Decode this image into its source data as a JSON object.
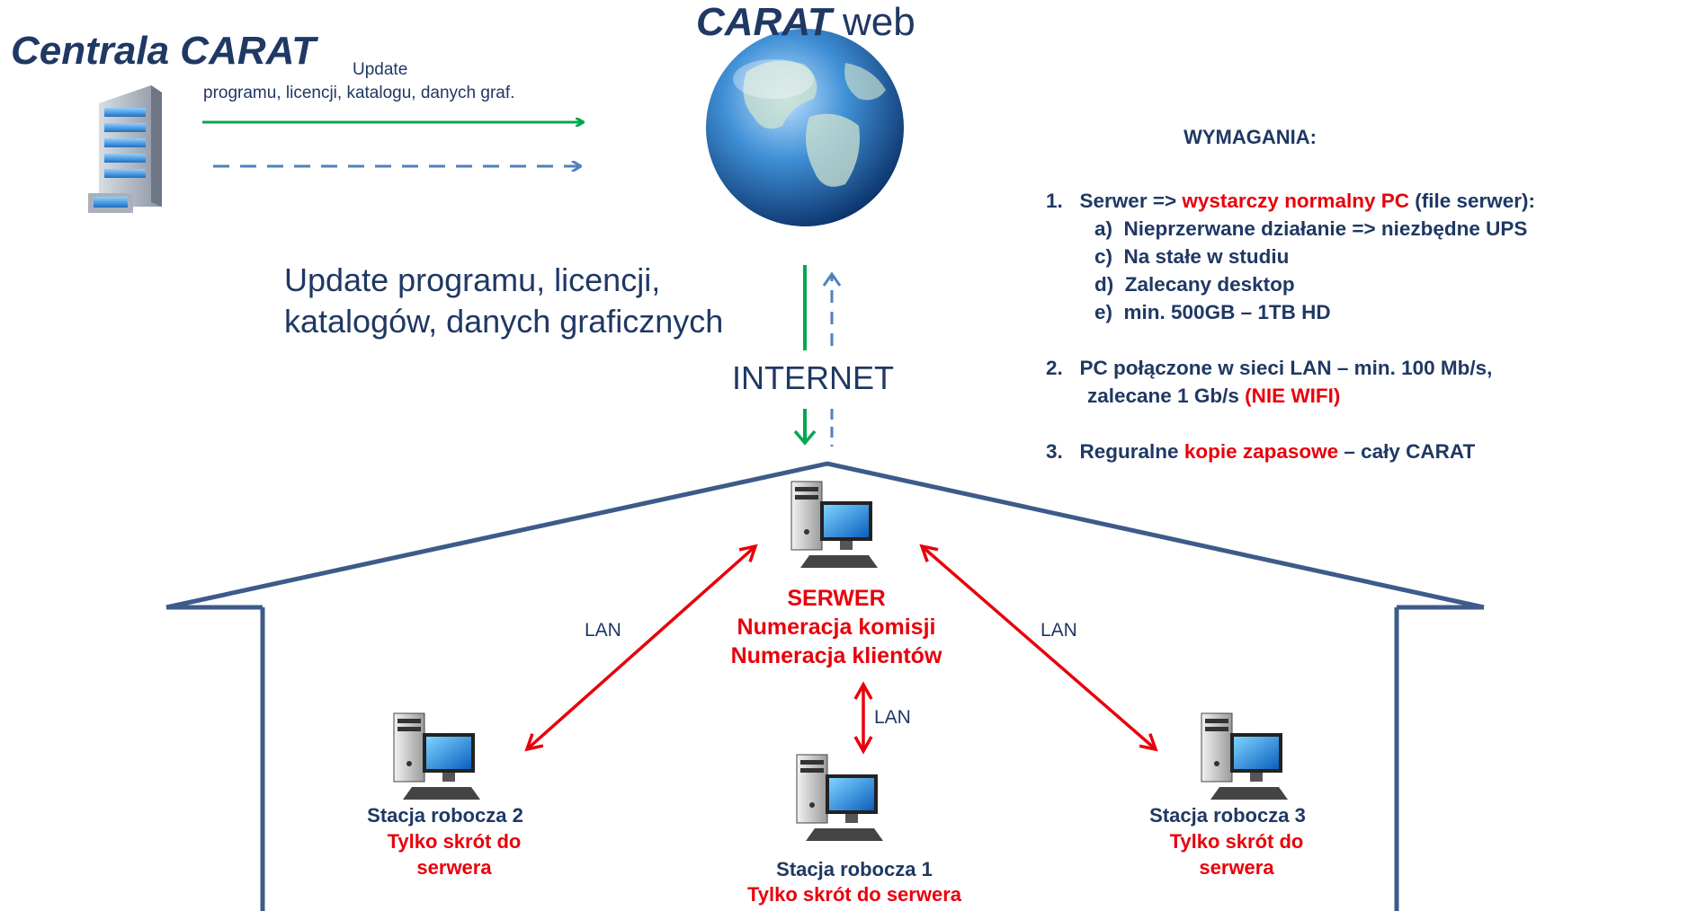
{
  "headline": {
    "central": "Centrala CARAT",
    "web_brand": "CARAT",
    "web_suffix": "web"
  },
  "top_link": {
    "line1": "Update",
    "line2": "programu, licencji, katalogu, danych graf."
  },
  "internet_link": {
    "line1": "Update programu, licencji,",
    "line2": "katalogów, danych graficznych",
    "label": "INTERNET"
  },
  "server": {
    "line1": "SERWER",
    "line2": "Numeracja komisji",
    "line3": "Numeracja klientów"
  },
  "lan_labels": {
    "left": "LAN",
    "right": "LAN",
    "center": "LAN"
  },
  "stations": {
    "ws2": {
      "name": "Stacja robocza 2",
      "note1": "Tylko skrót do",
      "note2": "serwera"
    },
    "ws3": {
      "name": "Stacja robocza 3",
      "note1": "Tylko skrót do",
      "note2": "serwera"
    },
    "ws1": {
      "name": "Stacja robocza 1",
      "note1": "Tylko skrót do serwera"
    }
  },
  "requirements": {
    "title": "WYMAGANIA:",
    "item1": {
      "num": "1.",
      "a": "Serwer => ",
      "b": "wystarczy normalny PC",
      "c": " (file serwer):",
      "sub": [
        {
          "key": "a)",
          "text": "Nieprzerwane działanie => niezbędne UPS"
        },
        {
          "key": "c)",
          "text": "Na stałe w studiu"
        },
        {
          "key": "d)",
          "text": "Zalecany desktop"
        },
        {
          "key": "e)",
          "text": "min. 500GB – 1TB HD"
        }
      ]
    },
    "item2": {
      "num": "2.",
      "line1": "PC połączone w sieci LAN – min. 100 Mb/s,",
      "line2a": "zalecane 1 Gb/s ",
      "line2b": "(NIE WIFI)"
    },
    "item3": {
      "num": "3.",
      "a": "Reguralne ",
      "b": "kopie zapasowe",
      "c": " – cały CARAT"
    }
  },
  "colors": {
    "navy": "#1f3864",
    "red": "#e8000b",
    "green": "#00a651",
    "dashed_blue": "#4f81bd",
    "house": "#3d5b8a"
  },
  "icons": {
    "hq": "office-building-icon",
    "web": "globe-icon",
    "computer": "desktop-computer-icon"
  }
}
